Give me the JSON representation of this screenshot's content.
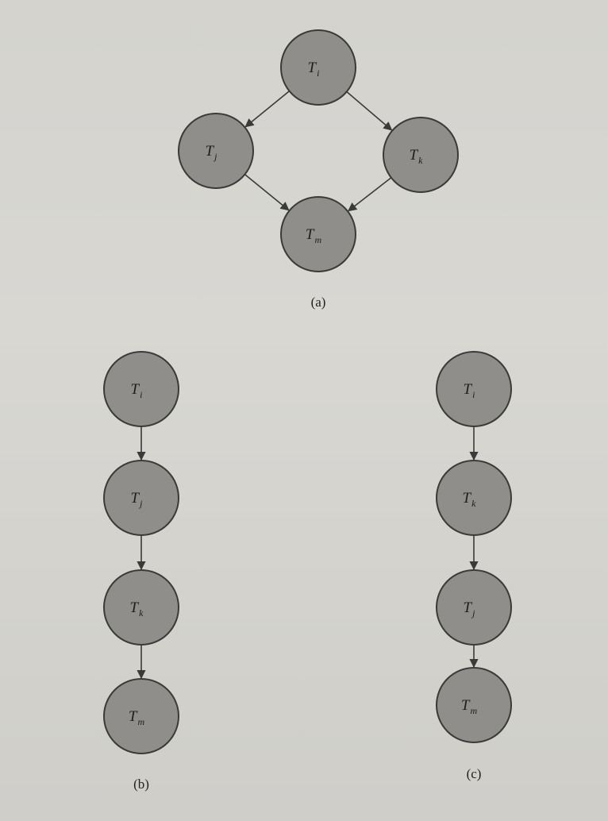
{
  "diagram": {
    "node_prefix": "T",
    "graphs": [
      {
        "caption": "(a)",
        "nodes": [
          {
            "id": "a-i",
            "sub": "i"
          },
          {
            "id": "a-j",
            "sub": "j"
          },
          {
            "id": "a-k",
            "sub": "k"
          },
          {
            "id": "a-m",
            "sub": "m"
          }
        ],
        "edges": [
          [
            "a-i",
            "a-j"
          ],
          [
            "a-i",
            "a-k"
          ],
          [
            "a-j",
            "a-m"
          ],
          [
            "a-k",
            "a-m"
          ]
        ]
      },
      {
        "caption": "(b)",
        "nodes": [
          {
            "id": "b-i",
            "sub": "i"
          },
          {
            "id": "b-j",
            "sub": "j"
          },
          {
            "id": "b-k",
            "sub": "k"
          },
          {
            "id": "b-m",
            "sub": "m"
          }
        ],
        "edges": [
          [
            "b-i",
            "b-j"
          ],
          [
            "b-j",
            "b-k"
          ],
          [
            "b-k",
            "b-m"
          ]
        ]
      },
      {
        "caption": "(c)",
        "nodes": [
          {
            "id": "c-i",
            "sub": "i"
          },
          {
            "id": "c-k",
            "sub": "k"
          },
          {
            "id": "c-j",
            "sub": "j"
          },
          {
            "id": "c-m",
            "sub": "m"
          }
        ],
        "edges": [
          [
            "c-i",
            "c-k"
          ],
          [
            "c-k",
            "c-j"
          ],
          [
            "c-j",
            "c-m"
          ]
        ]
      }
    ]
  }
}
